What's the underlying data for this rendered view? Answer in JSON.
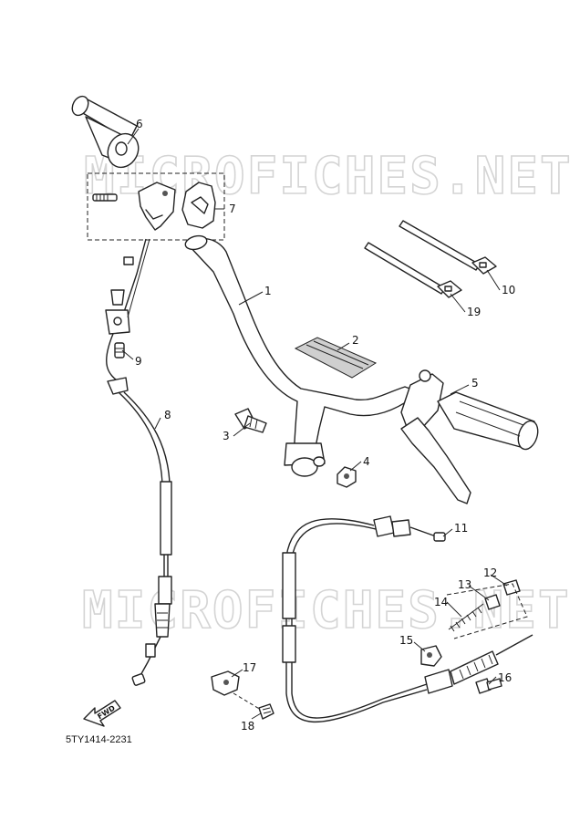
{
  "watermark": "MICROFICHES.NET",
  "diagram_code": "5TY1414-2231",
  "fwd_label": "FWD",
  "callouts": [
    {
      "id": "c1",
      "label": "1"
    },
    {
      "id": "c2",
      "label": "2"
    },
    {
      "id": "c3",
      "label": "3"
    },
    {
      "id": "c4",
      "label": "4"
    },
    {
      "id": "c5",
      "label": "5"
    },
    {
      "id": "c6",
      "label": "6"
    },
    {
      "id": "c7",
      "label": "7"
    },
    {
      "id": "c8",
      "label": "8"
    },
    {
      "id": "c9",
      "label": "9"
    },
    {
      "id": "c10",
      "label": "10"
    },
    {
      "id": "c11",
      "label": "11"
    },
    {
      "id": "c12",
      "label": "12"
    },
    {
      "id": "c13",
      "label": "13"
    },
    {
      "id": "c14",
      "label": "14"
    },
    {
      "id": "c15",
      "label": "15"
    },
    {
      "id": "c16",
      "label": "16"
    },
    {
      "id": "c17",
      "label": "17"
    },
    {
      "id": "c18",
      "label": "18"
    },
    {
      "id": "c19",
      "label": "19"
    }
  ]
}
